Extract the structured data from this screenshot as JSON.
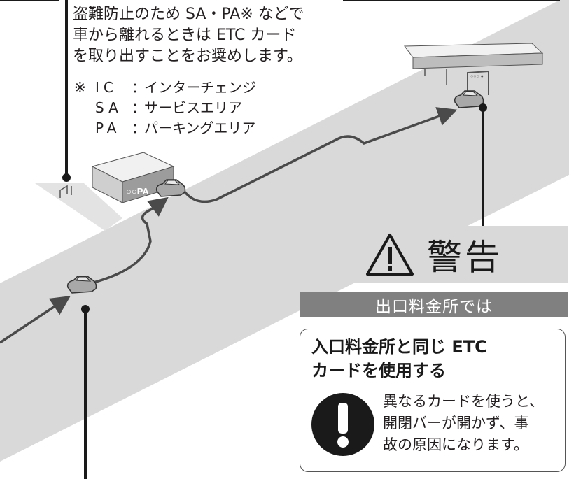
{
  "note": {
    "lines": [
      "盗難防止のため SA・PA※ などで",
      "車から離れるときは ETC カード",
      "を取り出すことをお奨めします。"
    ],
    "definitions": [
      {
        "mark": "※",
        "abbr": "IC",
        "colon": "：",
        "meaning": "インターチェンジ"
      },
      {
        "mark": "",
        "abbr": "SA",
        "colon": "：",
        "meaning": "サービスエリア"
      },
      {
        "mark": "",
        "abbr": "PA",
        "colon": "：",
        "meaning": "パーキングエリア"
      }
    ]
  },
  "illustration": {
    "pa_sign": "○○PA",
    "building_sign": "○○○ ●"
  },
  "warning": {
    "title": "警告",
    "icon": "warning-triangle-icon",
    "subheading": "出口料金所では",
    "caution": {
      "heading": [
        "入口料金所と同じ ETC",
        "カードを使用する"
      ],
      "icon": "exclamation-circle-icon",
      "body": [
        "異なるカードを使うと、",
        "開閉バーが開かず、事",
        "故の原因になります。"
      ]
    }
  },
  "colors": {
    "road": "#d9d9d9",
    "road_edge": "#c4c4c4",
    "route_line": "#4a4a4a",
    "banner": "#d9d9d9",
    "subhead": "#808080"
  }
}
